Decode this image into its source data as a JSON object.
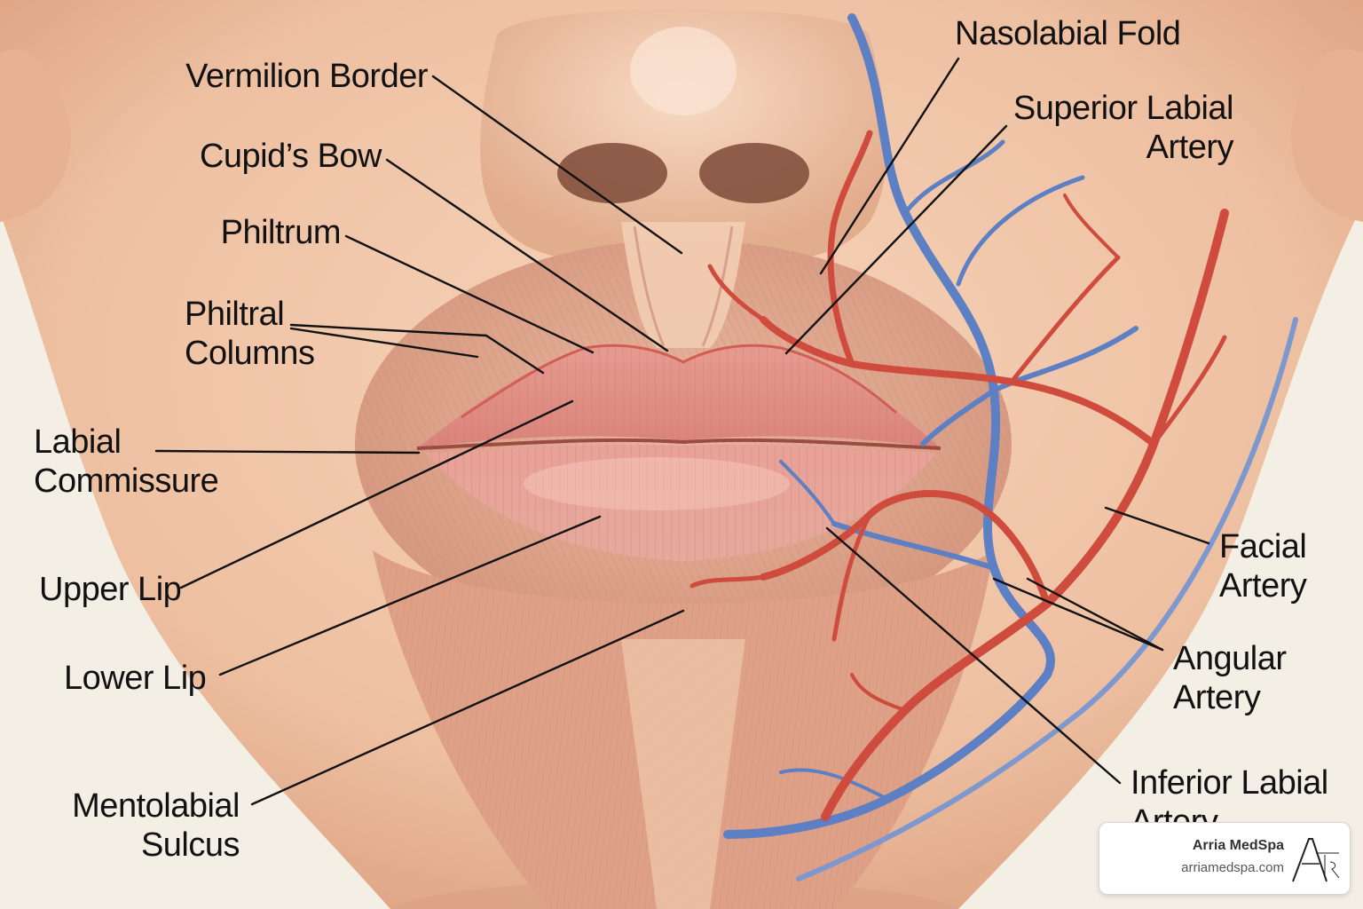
{
  "labels": {
    "vermilion_border": "Vermilion Border",
    "cupids_bow": "Cupid’s Bow",
    "philtrum": "Philtrum",
    "philtral_columns": [
      "Philtral",
      "Columns"
    ],
    "labial_commissure": [
      "Labial",
      "Commissure"
    ],
    "upper_lip": "Upper Lip",
    "lower_lip": "Lower Lip",
    "mentolabial_sulcus": [
      "Mentolabial",
      "Sulcus"
    ],
    "nasolabial_fold": "Nasolabial Fold",
    "superior_labial_artery": [
      "Superior Labial",
      "Artery"
    ],
    "facial_artery": [
      "Facial",
      "Artery"
    ],
    "angular_artery": [
      "Angular",
      "Artery"
    ],
    "inferior_labial_artery": [
      "Inferior Labial",
      "Artery"
    ]
  },
  "brand": {
    "name": "Arria MedSpa",
    "url": "arriamedspa.com"
  },
  "colors": {
    "background": "#f4efe4",
    "skin": "#eec3a6",
    "muscle": "#dda189",
    "lip": "#e3958b",
    "artery": "#cf4b3d",
    "vein": "#5d7fc4",
    "label_text": "#111111"
  }
}
